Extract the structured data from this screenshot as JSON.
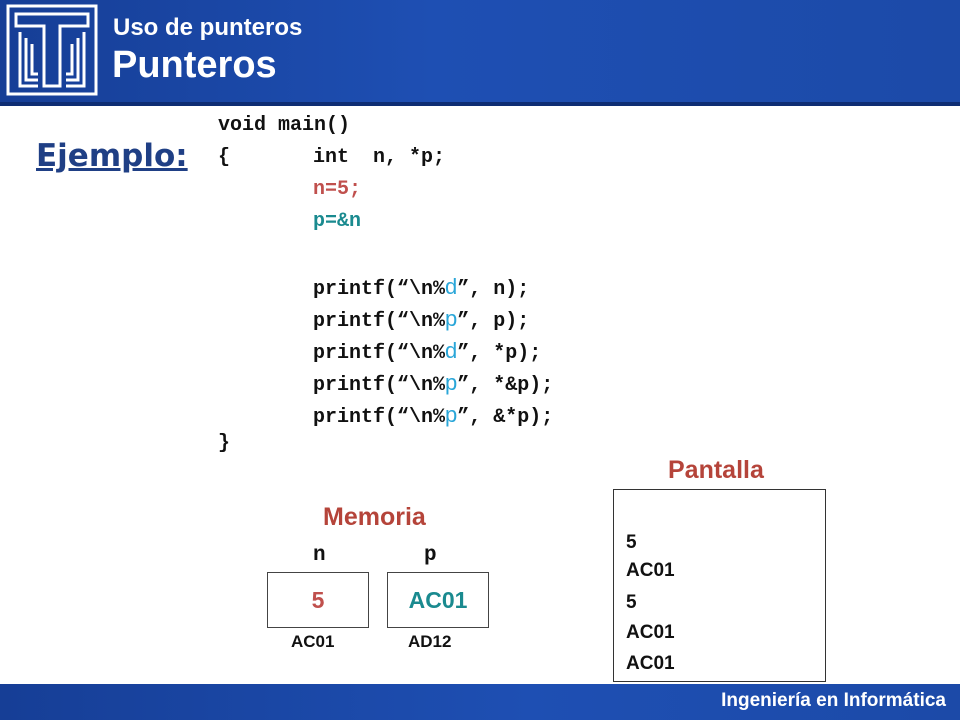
{
  "header": {
    "subtitle": "Uso de punteros",
    "title": "Punteros"
  },
  "colors": {
    "header_blue": "#1c4aa8",
    "code_red": "#c0504d",
    "code_teal": "#1a8a8f",
    "code_cyan": "#2aa6d8",
    "label_red": "#b5443a"
  },
  "ejemplo_label": "Ejemplo:",
  "code": {
    "l1": "void main()",
    "l2_brace": "{",
    "l2_decl": "int  n, *p;",
    "l3": "n=5;",
    "l4": "p=&n",
    "printf_prefix": "printf(“\\n%",
    "l5_fmt": "d",
    "l5_args": "”, n);",
    "l6_fmt": "p",
    "l6_args": "”, p);",
    "l7_fmt": "d",
    "l7_args": "”, *p);",
    "l8_fmt": "p",
    "l8_args": "”, *&p);",
    "l9_fmt": "p",
    "l9_args": "”, &*p);",
    "l10": "}"
  },
  "memoria": {
    "title": "Memoria",
    "vars": [
      {
        "name": "n",
        "value": "5",
        "address": "AC01"
      },
      {
        "name": "p",
        "value": "AC01",
        "address": "AD12"
      }
    ]
  },
  "pantalla": {
    "title": "Pantalla",
    "lines": [
      "5",
      "AC01",
      "5",
      "AC01",
      "AC01"
    ]
  },
  "footer": {
    "text": "Ingeniería en Informática"
  }
}
